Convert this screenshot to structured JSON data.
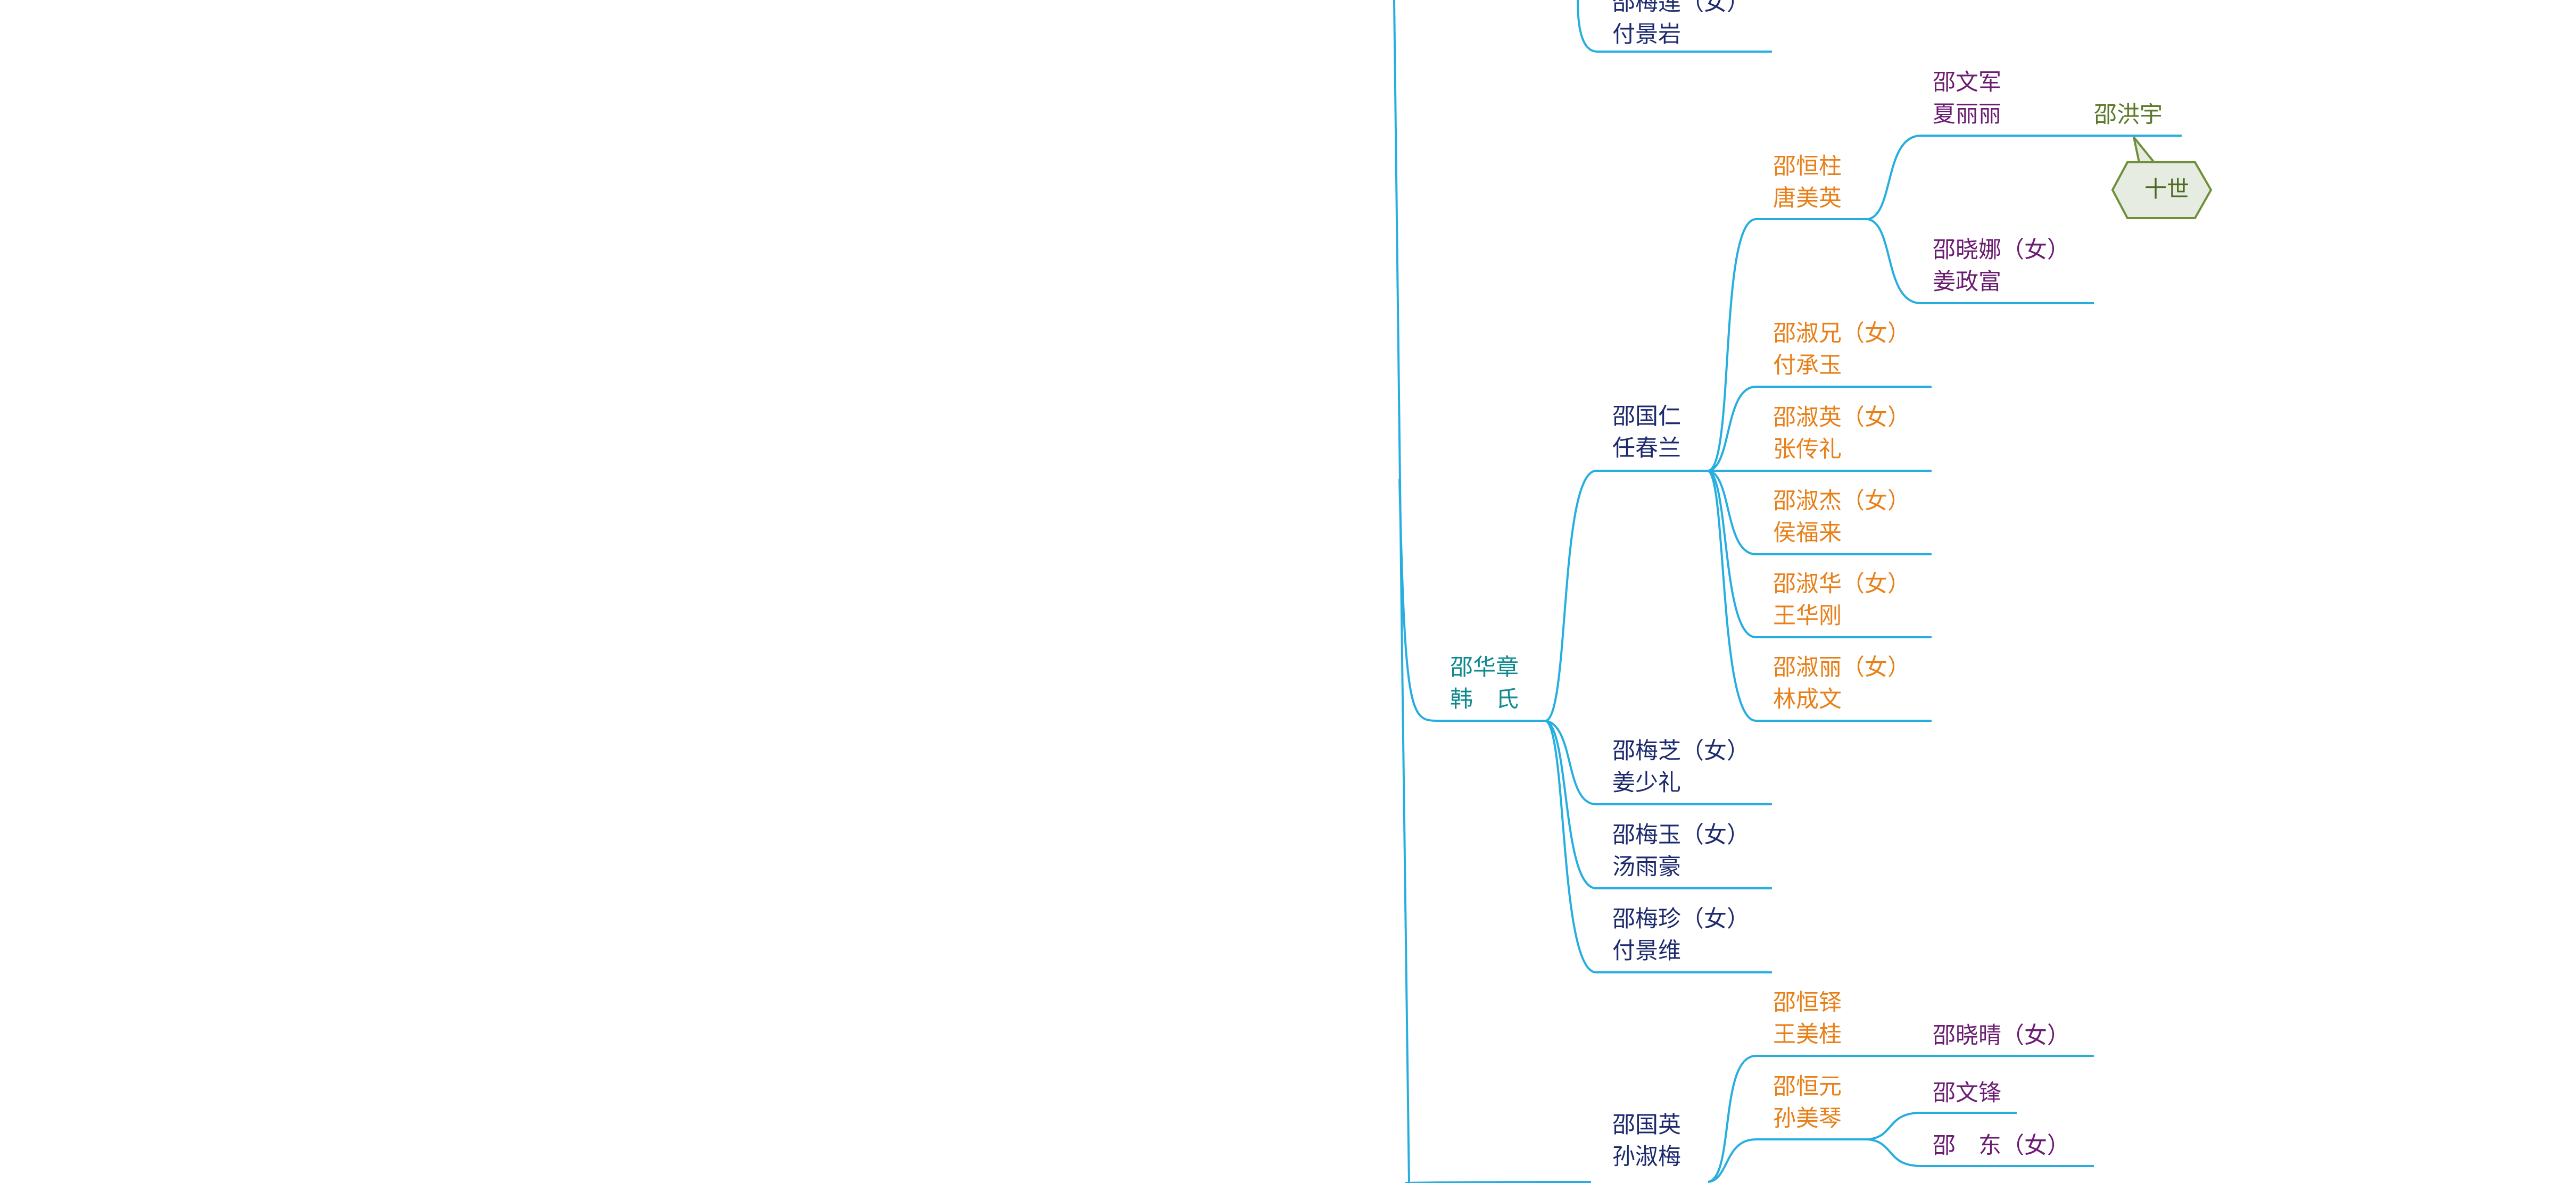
{
  "colors": {
    "line": "#27aee0",
    "gen_huazhang": "#0f8a8e",
    "gen_guo": "#1d2a6d",
    "gen_shu": "#e8801a",
    "gen_wen": "#6b1d72",
    "gen_hong": "#5c7a2a",
    "callout_fill": "#e6ece2",
    "callout_stroke": "#6f8f3a"
  },
  "tree": {
    "top_partial": {
      "name": "邵梅莲（女）",
      "spouse": "付景岩"
    },
    "huazhang": {
      "name": "邵华章",
      "spouse": "韩　氏"
    },
    "guoren": {
      "name": "邵国仁",
      "spouse": "任春兰"
    },
    "henggui": {
      "name": "邵恒柱",
      "spouse": "唐美英"
    },
    "wenjun": {
      "name": "邵文军",
      "spouse": "夏丽丽"
    },
    "hongyu": {
      "name": "邵洪宇"
    },
    "xiaona": {
      "name": "邵晓娜（女）",
      "spouse": "姜政富"
    },
    "shuxiong": {
      "name": "邵淑兄（女）",
      "spouse": "付承玉"
    },
    "shuying": {
      "name": "邵淑英（女）",
      "spouse": "张传礼"
    },
    "shujie": {
      "name": "邵淑杰（女）",
      "spouse": "侯福来"
    },
    "shuhua": {
      "name": "邵淑华（女）",
      "spouse": "王华刚"
    },
    "shuli": {
      "name": "邵淑丽（女）",
      "spouse": "林成文"
    },
    "meizhi": {
      "name": "邵梅芝（女）",
      "spouse": "姜少礼"
    },
    "meiyu": {
      "name": "邵梅玉（女）",
      "spouse": "汤雨豪"
    },
    "meizhen": {
      "name": "邵梅珍（女）",
      "spouse": "付景维"
    },
    "guoying": {
      "name": "邵国英",
      "spouse": "孙淑梅"
    },
    "hengfeng": {
      "name": "邵恒铎",
      "spouse": "王美桂"
    },
    "xiaoqing": {
      "name": "邵晓晴（女）"
    },
    "hengyuan": {
      "name": "邵恒元",
      "spouse": "孙美琴"
    },
    "wenfeng": {
      "name": "邵文锋"
    },
    "dong": {
      "name": "邵　东（女）"
    }
  },
  "callout": {
    "label": "十世"
  }
}
